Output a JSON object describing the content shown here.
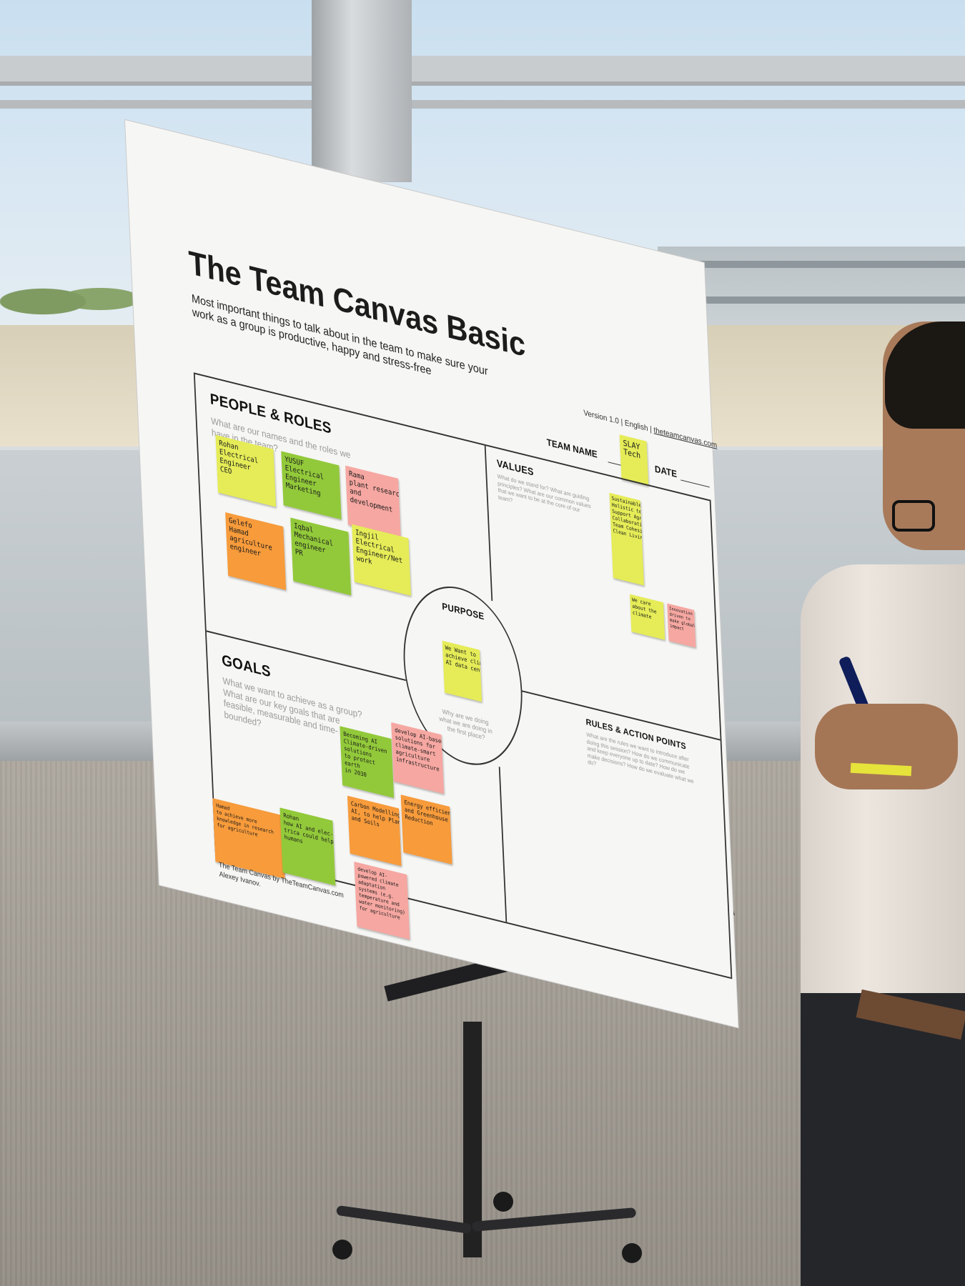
{
  "board": {
    "title": "The Team Canvas Basic",
    "subtitle": "Most important things to talk about in the team to make sure your work as a group is productive, happy and stress-free",
    "version": "Version 1.0",
    "language": "English",
    "site": "theteamcanvas.com",
    "team_name_label": "TEAM NAME",
    "date_label": "DATE",
    "team_name_note": [
      "SLAY",
      "Tech"
    ],
    "sections": {
      "people": {
        "title": "PEOPLE & ROLES",
        "question": "What are our names and the roles we have in the team?"
      },
      "values": {
        "title": "VALUES",
        "question": "What do we stand for? What are guiding principles? What are our common values that we want to be at the core of our team?"
      },
      "purpose": {
        "title": "PURPOSE",
        "question": "Why are we doing what we are doing in the first place?"
      },
      "goals": {
        "title": "GOALS",
        "question": "What we want to achieve as a group? What are our key goals that are feasible, measurable and time-bounded?"
      },
      "rules": {
        "title": "RULES & ACTION POINTS",
        "question": "What are the rules we want to introduce after doing this session? How do we communicate and keep everyone up to date? How do we make decisions? How do we evaluate what we do?"
      }
    },
    "notes": {
      "people": [
        {
          "color": "yellow",
          "lines": [
            "Rohan",
            "Electrical",
            "Engineer",
            "CEO"
          ]
        },
        {
          "color": "green",
          "lines": [
            "YUSUF",
            "Electrical",
            "Engineer",
            "Marketing"
          ]
        },
        {
          "color": "pink",
          "lines": [
            "Rama",
            "plant research",
            "and",
            "development"
          ]
        },
        {
          "color": "orange",
          "lines": [
            "Gelefo",
            "Hamad",
            "agriculture",
            "engineer"
          ]
        },
        {
          "color": "green",
          "lines": [
            "Iqbal",
            "Mechanical",
            "engineer",
            "PR"
          ]
        },
        {
          "color": "yellow",
          "lines": [
            "Ingjil",
            "Electrical",
            "Engineer/Net",
            "work"
          ]
        }
      ],
      "values": [
        {
          "color": "yellow",
          "lines": [
            "Sustainable",
            "Holistic tech",
            "Support Agri",
            "Collaboration",
            "Team Cohesion",
            "Clean Living"
          ]
        },
        {
          "color": "yellow",
          "lines": [
            "We care",
            "about the",
            "climate"
          ]
        },
        {
          "color": "pink",
          "lines": [
            "Innovation",
            "driven to",
            "make global",
            "impact"
          ]
        }
      ],
      "purpose": [
        {
          "color": "yellow",
          "lines": [
            "We Want to",
            "achieve climate",
            "AI data centre"
          ]
        }
      ],
      "goals": [
        {
          "color": "green",
          "lines": [
            "Becoming AI",
            "Climate-driven",
            "solutions",
            "to protect",
            "earth",
            "in 2030"
          ]
        },
        {
          "color": "pink",
          "lines": [
            "develop AI-based",
            "solutions for",
            "climate-smart",
            "agriculture",
            "infrastructure"
          ]
        },
        {
          "color": "orange",
          "lines": [
            "Carbon Modelling",
            "AI, to help Planet",
            "and Soils"
          ]
        },
        {
          "color": "orange",
          "lines": [
            "Energy efficiency",
            "and Greenhouse",
            "Reduction"
          ]
        },
        {
          "color": "orange",
          "lines": [
            "Hamad",
            "to achieve more",
            "knowledge in research",
            "for agriculture"
          ]
        },
        {
          "color": "green",
          "lines": [
            "Rohan",
            "how AI and elec-",
            "trica could help",
            "humans"
          ]
        },
        {
          "color": "pink",
          "lines": [
            "develop AI-",
            "powered climate",
            "adaptation",
            "systems (e.g.",
            "temperature and",
            "water monitoring)",
            "for agriculture"
          ]
        }
      ]
    },
    "footer": {
      "credit": "The Team Canvas by TheTeamCanvas.com",
      "author": "Alexey Ivanov."
    }
  }
}
